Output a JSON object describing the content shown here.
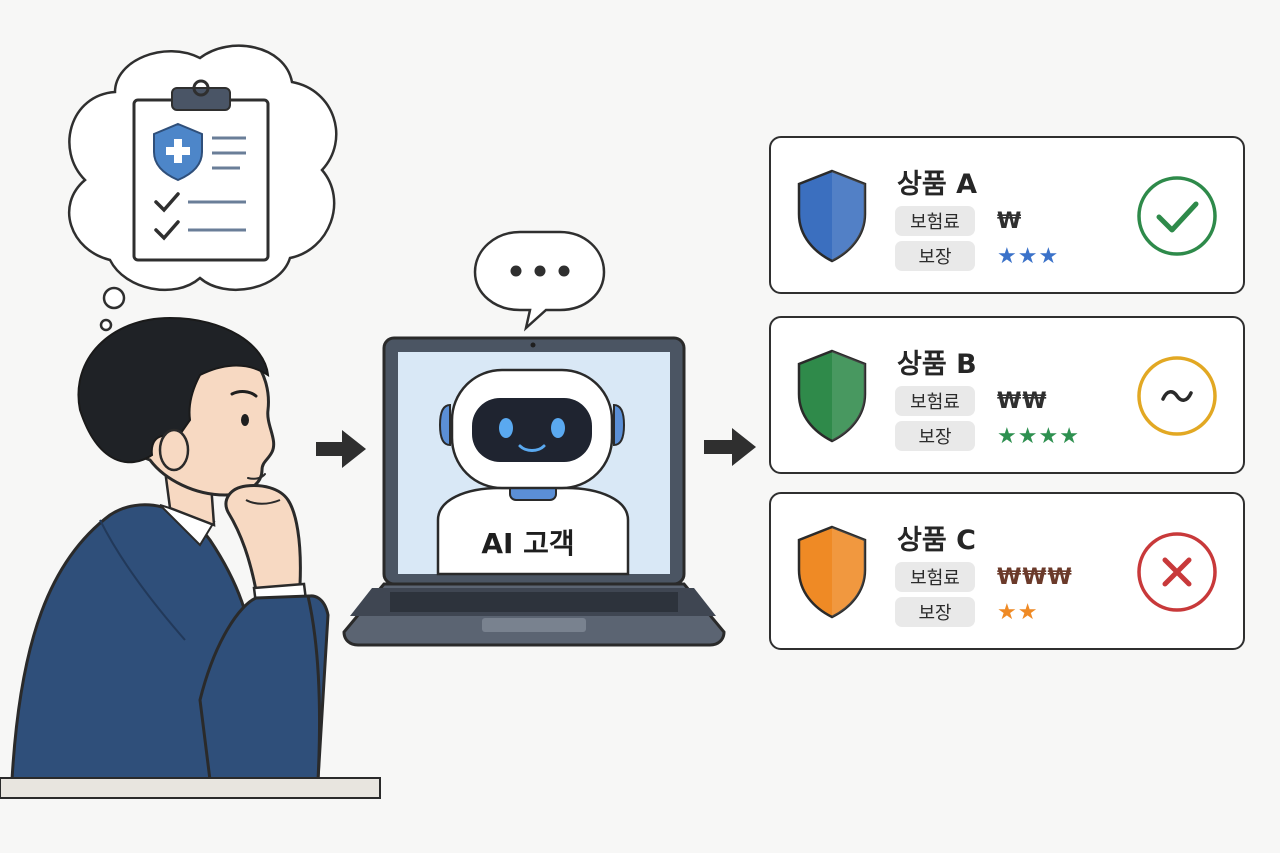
{
  "robot": {
    "label": "AI 고객"
  },
  "products": [
    {
      "name": "상품 A",
      "premium_label": "보험료",
      "premium": "₩",
      "coverage_label": "보장",
      "coverage_stars": 3,
      "shield_color": "#3b6fbf",
      "verdict": "check",
      "verdict_color": "#2e8a4a"
    },
    {
      "name": "상품 B",
      "premium_label": "보험료",
      "premium": "₩₩",
      "coverage_label": "보장",
      "coverage_stars": 4,
      "shield_color": "#2f8a4a",
      "verdict": "tilde",
      "verdict_color": "#e2a823"
    },
    {
      "name": "상품 C",
      "premium_label": "보험료",
      "premium": "₩₩₩",
      "coverage_label": "보장",
      "coverage_stars": 2,
      "shield_color": "#ef8a25",
      "verdict": "cross",
      "verdict_color": "#c8393a"
    }
  ],
  "colors": {
    "star_a": "#3b72c9",
    "star_b": "#2e9050",
    "star_c": "#ef8a25",
    "outline": "#2f2f2f"
  },
  "icons": [
    "thought-bubble-icon",
    "clipboard-icon",
    "shield-plus-icon",
    "check-icon",
    "speech-bubble-icon",
    "laptop-icon",
    "robot-icon",
    "arrow-right-icon",
    "shield-icon",
    "star-icon",
    "checkmark-icon",
    "tilde-icon",
    "x-icon"
  ]
}
